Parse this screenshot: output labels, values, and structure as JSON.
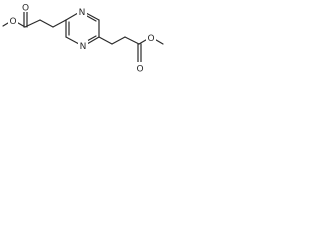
{
  "molecule": {
    "atoms": {
      "o_carbonyl_left": "O",
      "o_ester_left": "O",
      "n_ring_top": "N",
      "n_ring_bottom": "N",
      "o_ester_right": "O",
      "o_carbonyl_right": "O"
    }
  },
  "colors": {
    "bond": "#2a2a2a",
    "background": "#ffffff"
  }
}
